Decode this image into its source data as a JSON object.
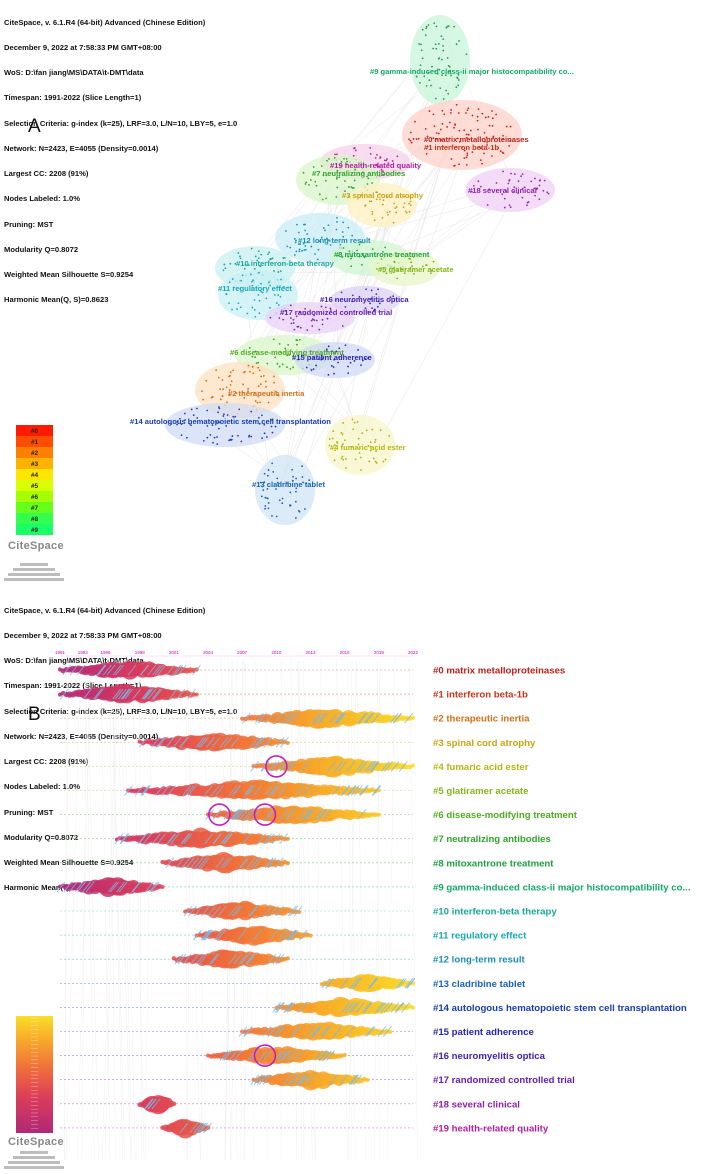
{
  "figure": {
    "panel_a_label": "A",
    "panel_b_label": "B",
    "logo_text": "CiteSpace"
  },
  "info_lines": [
    "CiteSpace, v. 6.1.R4 (64-bit) Advanced (Chinese Edition)",
    "December 9, 2022 at 7:58:33 PM GMT+08:00",
    "WoS: D:\\fan jiang\\MS\\DATA\\t-DMT\\data",
    "Timespan: 1991-2022 (Slice Length=1)",
    "Selection Criteria: g-index (k=25), LRF=3.0, L/N=10, LBY=5, e=1.0",
    "Network: N=2423, E=4055 (Density=0.0014)",
    "Largest CC: 2208 (91%)",
    "Nodes Labeled: 1.0%",
    "Pruning: MST",
    "Modularity Q=0.8072",
    "Weighted Mean Silhouette S=0.9254",
    "Harmonic Mean(Q, S)=0.8623"
  ],
  "network_legend": [
    "#0",
    "#1",
    "#2",
    "#3",
    "#4",
    "#5",
    "#6",
    "#7",
    "#8",
    "#9"
  ],
  "network_legend_colors": [
    "#ff1a00",
    "#ff4d00",
    "#ff8000",
    "#ffb300",
    "#ffe600",
    "#d9ff00",
    "#a6ff00",
    "#66ff1a",
    "#33ff4d",
    "#1aff66"
  ],
  "clusters": [
    {
      "label": "#0 matrix metalloproteinases",
      "color": "#c0201a"
    },
    {
      "label": "#1 interferon beta-1b",
      "color": "#c8341c"
    },
    {
      "label": "#2 therapeutic inertia",
      "color": "#d2701a"
    },
    {
      "label": "#3 spinal cord atrophy",
      "color": "#c9a312"
    },
    {
      "label": "#4 fumaric acid ester",
      "color": "#b7b514"
    },
    {
      "label": "#5 glatiramer acetate",
      "color": "#86b51c"
    },
    {
      "label": "#6 disease-modifying treatment",
      "color": "#4eac22"
    },
    {
      "label": "#7 neutralizing antibodies",
      "color": "#2fa52a"
    },
    {
      "label": "#8 mitoxantrone treatment",
      "color": "#1fa040"
    },
    {
      "label": "#9 gamma-induced class-ii major histocompatibility co...",
      "color": "#16a86b"
    },
    {
      "label": "#10 interferon-beta therapy",
      "color": "#18a89a"
    },
    {
      "label": "#11 regulatory effect",
      "color": "#15a8b5"
    },
    {
      "label": "#12 long-term result",
      "color": "#1a8fb5"
    },
    {
      "label": "#13 cladribine tablet",
      "color": "#1a62b8"
    },
    {
      "label": "#14 autologous hematopoietic stem cell transplantation",
      "color": "#1a3cb0"
    },
    {
      "label": "#15 patient adherence",
      "color": "#2624b0"
    },
    {
      "label": "#16 neuromyelitis optica",
      "color": "#4420b0"
    },
    {
      "label": "#17 randomized controlled trial",
      "color": "#6a1fb0"
    },
    {
      "label": "#18 several clinical",
      "color": "#8f1fb0"
    },
    {
      "label": "#19 health-related quality",
      "color": "#b01fa0"
    }
  ],
  "chart_data": {
    "type": "scatter",
    "description_type": "timeline view of co-citation clusters",
    "x_axis_years": [
      "1991",
      "1993",
      "1995",
      "1998",
      "2001",
      "2004",
      "2007",
      "2010",
      "2013",
      "2016",
      "2019",
      "2022"
    ],
    "series": [
      {
        "name": "#0 matrix metalloproteinases",
        "start": 1991,
        "end": 2003
      },
      {
        "name": "#1 interferon beta-1b",
        "start": 1991,
        "end": 2003
      },
      {
        "name": "#2 therapeutic inertia",
        "start": 2007,
        "end": 2022
      },
      {
        "name": "#3 spinal cord atrophy",
        "start": 1998,
        "end": 2011
      },
      {
        "name": "#4 fumaric acid ester",
        "start": 2008,
        "end": 2022
      },
      {
        "name": "#5 glatiramer acetate",
        "start": 1997,
        "end": 2019
      },
      {
        "name": "#6 disease-modifying treatment",
        "start": 2004,
        "end": 2019
      },
      {
        "name": "#7 neutralizing antibodies",
        "start": 1996,
        "end": 2011
      },
      {
        "name": "#8 mitoxantrone treatment",
        "start": 2000,
        "end": 2011
      },
      {
        "name": "#9 gamma-induced class-ii major histocompatibility co...",
        "start": 1991,
        "end": 2000
      },
      {
        "name": "#10 interferon-beta therapy",
        "start": 2002,
        "end": 2012
      },
      {
        "name": "#11 regulatory effect",
        "start": 2003,
        "end": 2013
      },
      {
        "name": "#12 long-term result",
        "start": 2001,
        "end": 2011
      },
      {
        "name": "#13 cladribine tablet",
        "start": 2014,
        "end": 2022
      },
      {
        "name": "#14 autologous hematopoietic stem cell transplantation",
        "start": 2010,
        "end": 2022
      },
      {
        "name": "#15 patient adherence",
        "start": 2007,
        "end": 2020
      },
      {
        "name": "#16 neuromyelitis optica",
        "start": 2004,
        "end": 2016
      },
      {
        "name": "#17 randomized controlled trial",
        "start": 2008,
        "end": 2018
      },
      {
        "name": "#18 several clinical",
        "start": 1998,
        "end": 2001
      },
      {
        "name": "#19 health-related quality",
        "start": 2000,
        "end": 2004
      }
    ]
  }
}
